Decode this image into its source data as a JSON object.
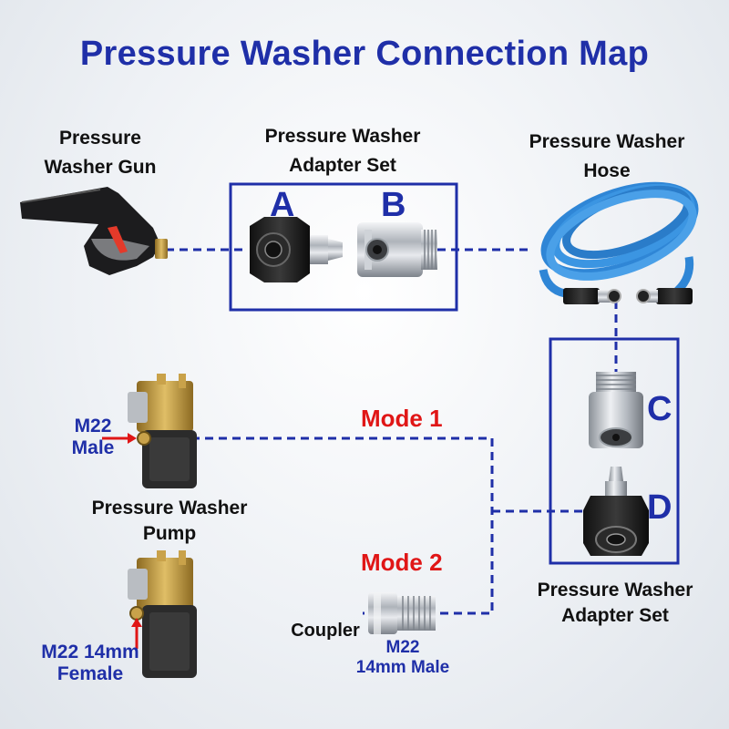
{
  "title": "Pressure Washer Connection Map",
  "labels": {
    "gun_line1": "Pressure",
    "gun_line2": "Washer Gun",
    "adapter_top_line1": "Pressure Washer",
    "adapter_top_line2": "Adapter Set",
    "hose_line1": "Pressure Washer",
    "hose_line2": "Hose",
    "pump_line1": "Pressure Washer",
    "pump_line2": "Pump",
    "adapter_right_line1": "Pressure Washer",
    "adapter_right_line2": "Adapter Set",
    "coupler": "Coupler",
    "coupler_size_line1": "M22",
    "coupler_size_line2": "14mm Male",
    "pump1_port_line1": "M22",
    "pump1_port_line2": "Male",
    "pump2_port_line1": "M22 14mm",
    "pump2_port_line2": "Female"
  },
  "letters": {
    "a": "A",
    "b": "B",
    "c": "C",
    "d": "D"
  },
  "modes": {
    "mode1": "Mode 1",
    "mode2": "Mode 2"
  },
  "colors": {
    "title": "#1f2fa8",
    "line": "#1f2fa8",
    "mode": "#e01616",
    "hose": "#2f86d6",
    "brass": "#c9a24a",
    "pump_body": "#2b2b2b"
  }
}
